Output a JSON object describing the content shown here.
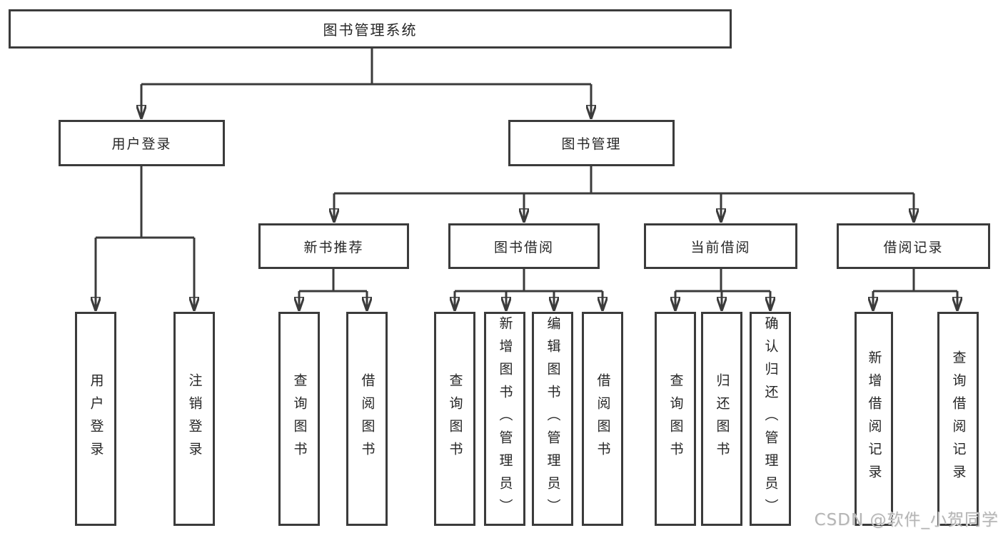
{
  "colors": {
    "line": "#3b3b3b",
    "box_border": "#3b3b3b",
    "text": "#262626",
    "watermark": "#b5b5b5",
    "background": "#ffffff"
  },
  "tree": {
    "root": {
      "label": "图书管理系统"
    },
    "level2": [
      {
        "id": "user-login",
        "label": "用户登录"
      },
      {
        "id": "book-management",
        "label": "图书管理"
      }
    ],
    "level3": [
      {
        "id": "new-book-recommend",
        "label": "新书推荐"
      },
      {
        "id": "book-borrow",
        "label": "图书借阅"
      },
      {
        "id": "current-borrow",
        "label": "当前借阅"
      },
      {
        "id": "borrow-records",
        "label": "借阅记录"
      }
    ],
    "leaves": {
      "user_login": [
        {
          "label": "用户登录"
        },
        {
          "label": "注销登录"
        }
      ],
      "new_book_recommend": [
        {
          "label": "查询图书"
        },
        {
          "label": "借阅图书"
        }
      ],
      "book_borrow": [
        {
          "label": "查询图书"
        },
        {
          "label": "新增图书（管理员）"
        },
        {
          "label": "编辑图书（管理员）"
        },
        {
          "label": "借阅图书"
        }
      ],
      "current_borrow": [
        {
          "label": "查询图书"
        },
        {
          "label": "归还图书"
        },
        {
          "label": "确认归还（管理员）"
        }
      ],
      "borrow_records": [
        {
          "label": "新增借阅记录"
        },
        {
          "label": "查询借阅记录"
        }
      ]
    }
  },
  "watermark": {
    "text": "CSDN @软件_小贺同学"
  }
}
